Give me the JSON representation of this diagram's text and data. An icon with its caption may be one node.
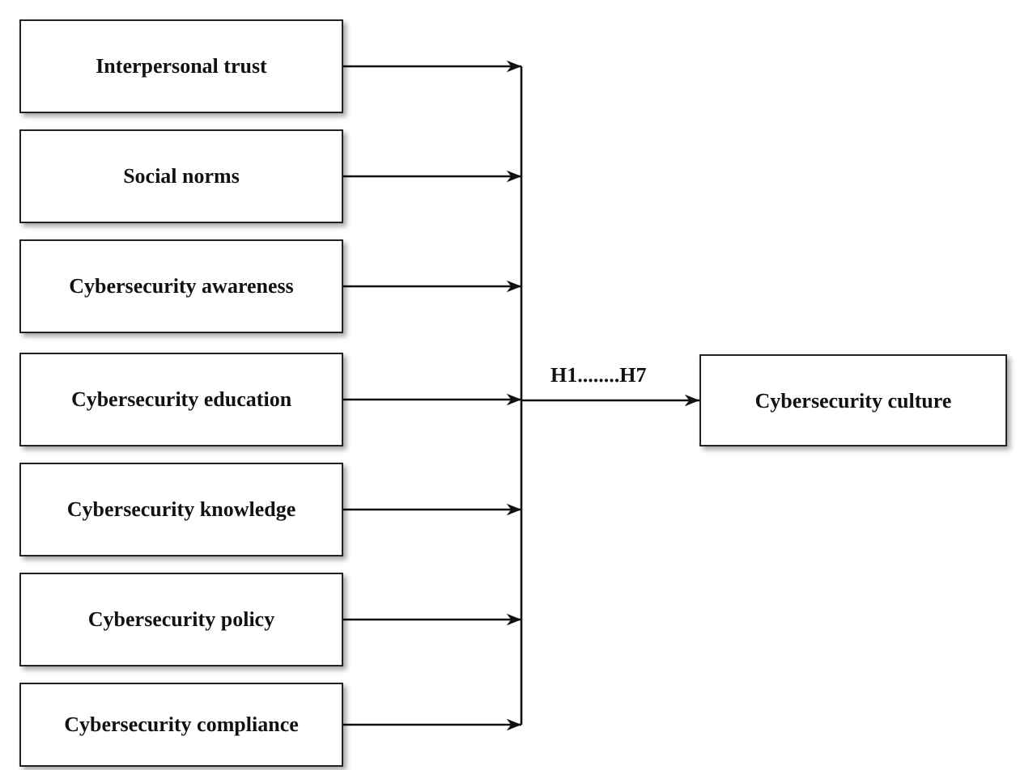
{
  "diagram": {
    "nodes": [
      {
        "text": [
          "Interpersonal trust"
        ]
      },
      {
        "text": [
          "Social norms"
        ]
      },
      {
        "text": [
          "Cybersecurity awareness"
        ]
      },
      {
        "text": [
          "Cybersecurity education"
        ]
      },
      {
        "text": [
          "Cybersecurity knowledge"
        ]
      },
      {
        "text": [
          "Cybersecurity policy"
        ]
      },
      {
        "text": [
          "Cybersecurity compliance"
        ]
      },
      {
        "text": [
          "Cybersecurity culture"
        ]
      }
    ],
    "edges": [
      {
        "from": 0,
        "to": 7,
        "arrow": "to"
      },
      {
        "from": 1,
        "to": 7,
        "arrow": "to"
      },
      {
        "from": 2,
        "to": 7,
        "arrow": "to"
      },
      {
        "from": 3,
        "to": 7,
        "arrow": "to",
        "label": "H1........H7"
      },
      {
        "from": 4,
        "to": 7,
        "arrow": "to"
      },
      {
        "from": 5,
        "to": 7,
        "arrow": "to"
      },
      {
        "from": 6,
        "to": 7,
        "arrow": "to"
      }
    ]
  }
}
